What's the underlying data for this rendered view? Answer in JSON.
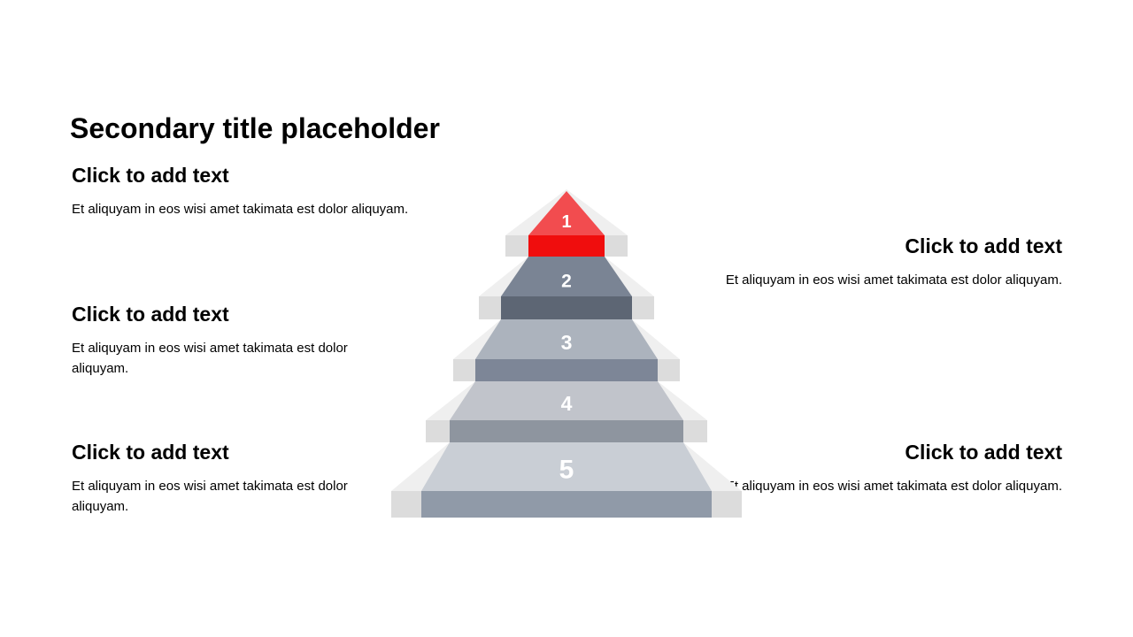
{
  "title": "Secondary title placeholder",
  "blocks": [
    {
      "heading": "Click to add text",
      "body": "Et aliquyam in eos wisi amet takimata est dolor aliquyam."
    },
    {
      "heading": "Click to add text",
      "body": "Et aliquyam in eos wisi amet takimata est dolor aliquyam."
    },
    {
      "heading": "Click to add text",
      "body": "Et aliquyam in eos wisi amet takimata est dolor aliquyam."
    },
    {
      "heading": "Click to add text",
      "body": "Et aliquyam in eos wisi amet takimata est dolor aliquyam."
    },
    {
      "heading": "Click to add text",
      "body": "Et aliquyam in eos wisi amet takimata est dolor aliquyam."
    }
  ],
  "pyramid": {
    "steps": [
      {
        "number": "1",
        "color_top": "#f24c4f",
        "color_front": "#f00d0d"
      },
      {
        "number": "2",
        "color_top": "#7a8494",
        "color_front": "#5d6674"
      },
      {
        "number": "3",
        "color_top": "#acb3bd",
        "color_front": "#7d8697"
      },
      {
        "number": "4",
        "color_top": "#c1c4cb",
        "color_front": "#8e959f"
      },
      {
        "number": "5",
        "color_top": "#c9ced5",
        "color_front": "#909aa8"
      }
    ],
    "side_color_top": "#efefef",
    "side_color_front": "#dcdcdc"
  }
}
